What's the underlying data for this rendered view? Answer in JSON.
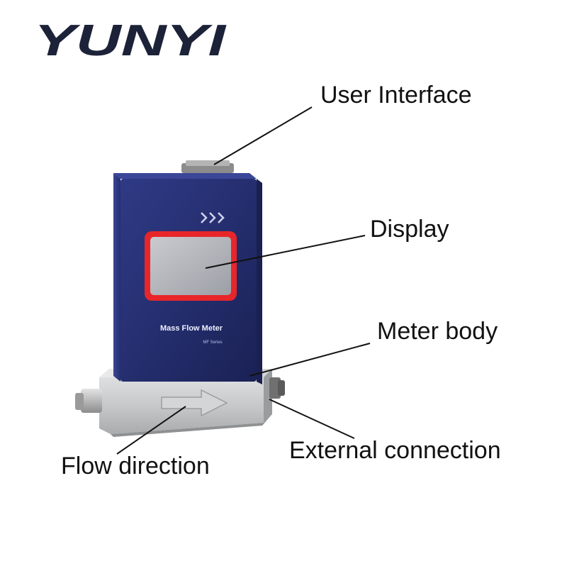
{
  "brand": {
    "logo_text": "YUNYI",
    "accent_color": "#1c2238"
  },
  "device": {
    "front_title": "Mass Flow Meter",
    "front_subtitle": "MF Series",
    "body_color": "#2a3273",
    "display_bezel_color": "#e8262a",
    "block_color": "#c9cacb"
  },
  "callouts": {
    "user_interface": "User Interface",
    "display": "Display",
    "meter_body": "Meter body",
    "external_connection": "External connection",
    "flow_direction": "Flow direction"
  }
}
